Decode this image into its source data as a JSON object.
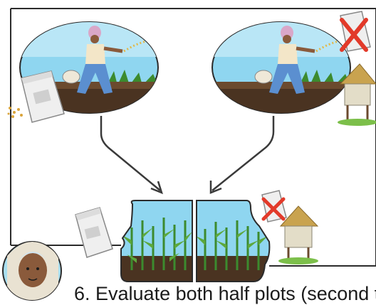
{
  "caption": {
    "text": "6. Evaluate both half plots (second t"
  },
  "colors": {
    "frame": "#2b2b2b",
    "sky": "#8fd6f0",
    "soil": "#4a3321",
    "crop": "#3c8b2e",
    "sack": "#efefef",
    "hut_roof": "#c9a34f",
    "cross": "#e23a2a",
    "arrow": "#3a3a3a"
  },
  "panels": {
    "left_scene": {
      "shows": "farmer-sowing-seeds",
      "icons": [
        "fertilizer-sack-icon",
        "seed-icon"
      ]
    },
    "right_scene": {
      "shows": "farmer-sowing-seeds",
      "icons": [
        "crossed-fertilizer-icon",
        "granary-hut-icon"
      ]
    },
    "result_plot": {
      "shows": "maize-plot-split-in-two-halves",
      "icons": [
        "fertilizer-sack-icon",
        "crossed-fertilizer-icon",
        "granary-hut-icon",
        "farmer-avatar-icon"
      ]
    }
  }
}
